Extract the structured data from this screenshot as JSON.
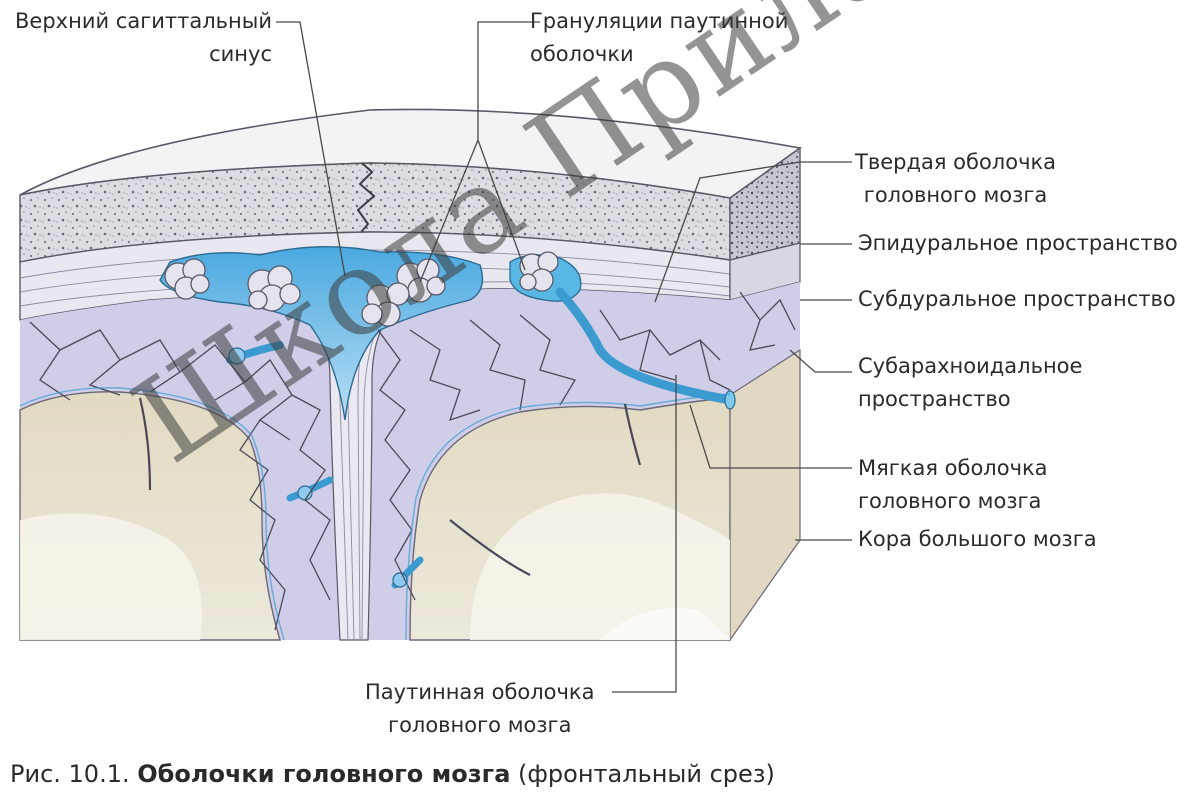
{
  "labels": {
    "sinus": [
      "Верхний сагиттальный",
      "синус"
    ],
    "granulations": [
      "Грануляции паутинной",
      "оболочки"
    ],
    "dura": [
      "Твердая оболочка",
      "головного мозга"
    ],
    "epidural": "Эпидуральное пространство",
    "subdural": "Субдуральное пространство",
    "subarachnoid": [
      "Субарахноидальное",
      "пространство"
    ],
    "pia": [
      "Мягкая оболочка",
      "головного мозга"
    ],
    "cortex": "Кора большого мозга",
    "arachnoid": [
      "Паутинная оболочка",
      "головного мозга"
    ]
  },
  "caption": {
    "prefix": "Рис. 10.1.",
    "title": "Оболочки головного мозга",
    "suffix": "(фронтальный срез)"
  },
  "watermark": "Школа Прилагина",
  "colors": {
    "csf_blue": "#59b7e6",
    "arachnoid_violet": "#c9c8e6",
    "cortex_beige": "#e4ddc9",
    "bone": "#ece9ee"
  }
}
